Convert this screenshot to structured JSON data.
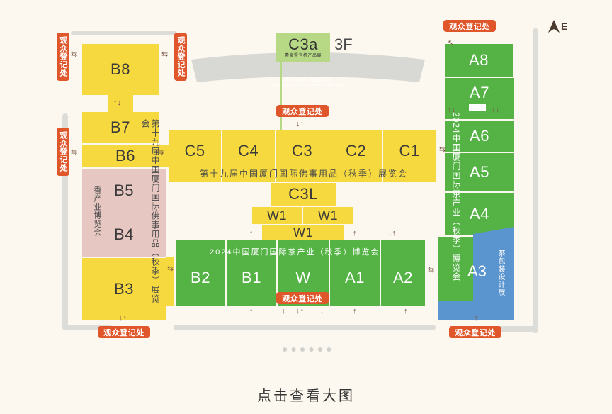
{
  "compass": {
    "label": "E"
  },
  "c3a": {
    "name": "C3a",
    "floor": "3F",
    "subtitle": "素食暨有机产品展"
  },
  "hotel": {
    "label": "厦门国际会展酒店",
    "sublabel": "Xiamen International Conference Center Hotel"
  },
  "registration": {
    "label": "观众登记处"
  },
  "halls": {
    "b8": "B8",
    "b7": "B7",
    "b6": "B6",
    "b5": "B5",
    "b4": "B4",
    "b3": "B3",
    "b2": "B2",
    "b1": "B1",
    "c5": "C5",
    "c4": "C4",
    "c3": "C3",
    "c2": "C2",
    "c1": "C1",
    "c3l": "C3L",
    "w1_left": "W1",
    "w1_right": "W1",
    "w1_bottom": "W1",
    "w": "W",
    "a1": "A1",
    "a2": "A2",
    "a3": "A3",
    "a4": "A4",
    "a5": "A5",
    "a6": "A6",
    "a7": "A7",
    "a8": "A8"
  },
  "exhibitions": {
    "buddhist_vertical": "第十九届中国厦门国际佛事用品（秋季）展览会",
    "buddhist_horizontal": "第十九届中国厦门国际佛事用品（秋季）展览会",
    "incense": "香产业博览会",
    "tea_horizontal": "2024中国厦门国际茶产业（秋季）博览会",
    "tea_vertical": "2024中国厦门国际茶产业（秋季）博览会",
    "tea_packaging": "茶包装设计展"
  },
  "footer": {
    "cta": "点击查看大图"
  }
}
